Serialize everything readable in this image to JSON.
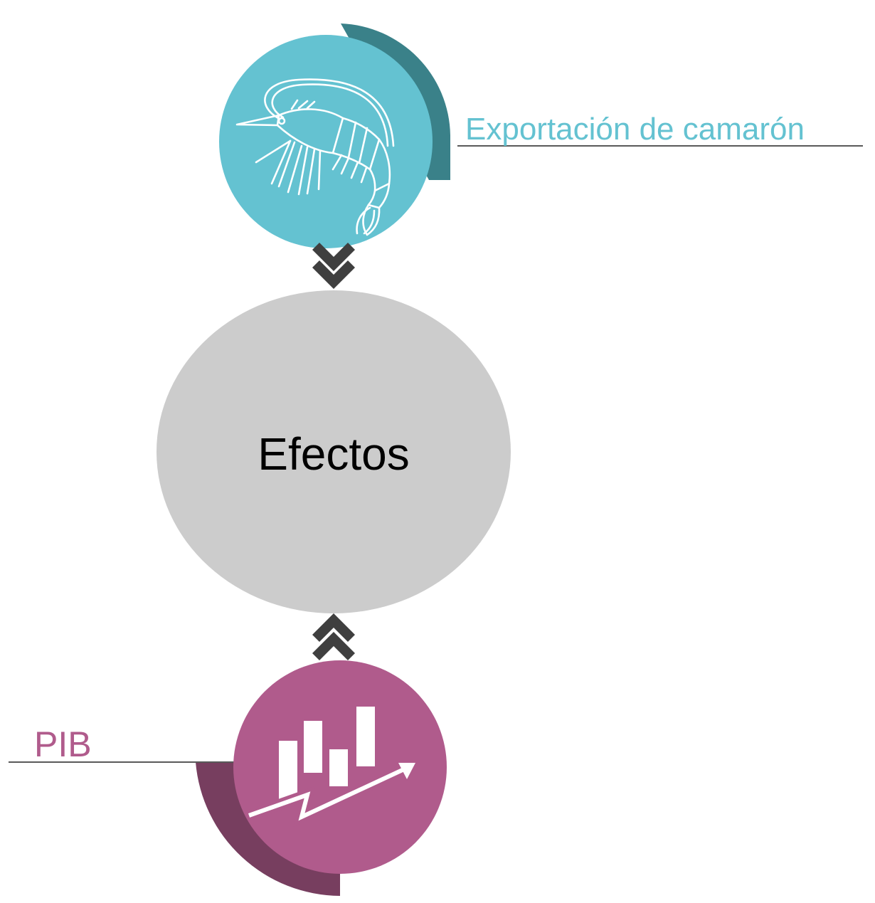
{
  "colors": {
    "shrimp_circle": "#64c2d1",
    "shrimp_arc": "#3a8189",
    "center_circle": "#cccccc",
    "pib_circle": "#b05b8c",
    "pib_arc": "#773e5f",
    "connector": "#595959",
    "chevron": "#3f3f3f",
    "icon_line": "#ffffff",
    "center_text": "#000000"
  },
  "nodes": {
    "top": {
      "label": "Exportación de camarón",
      "icon": "shrimp-icon"
    },
    "center": {
      "label": "Efectos"
    },
    "bottom": {
      "label": "PIB",
      "icon": "growth-chart-icon"
    }
  },
  "arrows": {
    "top_to_center": "chevron-double-down-icon",
    "bottom_to_center": "chevron-double-up-icon"
  }
}
